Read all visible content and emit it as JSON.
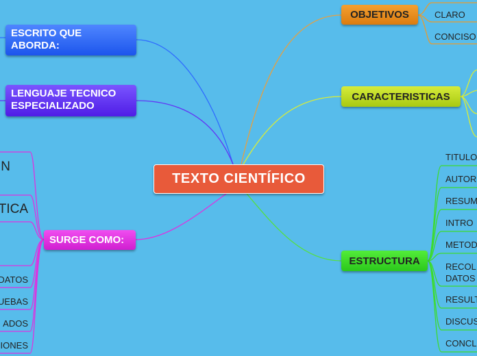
{
  "central": {
    "title": "TEXTO CIENTÍFICO"
  },
  "left": {
    "escrito": {
      "label": "ESCRITO QUE ABORDA:"
    },
    "lenguaje": {
      "label": "LENGUAJE TECNICO ESPECIALIZADO"
    },
    "surge": {
      "label": "SURGE COMO:",
      "children": [
        "N",
        "TICA",
        "",
        "DATOS",
        "UEBAS",
        "ADOS",
        "IONES"
      ]
    }
  },
  "right": {
    "objetivos": {
      "label": "OBJETIVOS",
      "children": [
        "CLARO",
        "CONCISO"
      ]
    },
    "caracteristicas": {
      "label": "CARACTERISTICAS"
    },
    "estructura": {
      "label": "ESTRUCTURA",
      "children": [
        "TITULO",
        "AUTOR",
        "RESUMEN",
        "INTRO",
        "METOD",
        "RECOL DATOS",
        "RESULT",
        "DISCUS",
        "CONCL"
      ]
    }
  },
  "colors": {
    "background": "#57BCEB",
    "central": "#E85A3A",
    "escrito": "#2F6BFF",
    "lenguaje": "#6233F5",
    "surge": "#E02FE0",
    "objetivos": "#EC8E1D",
    "caracteristicas": "#C2DE1E",
    "estructura": "#3CDC2A"
  }
}
